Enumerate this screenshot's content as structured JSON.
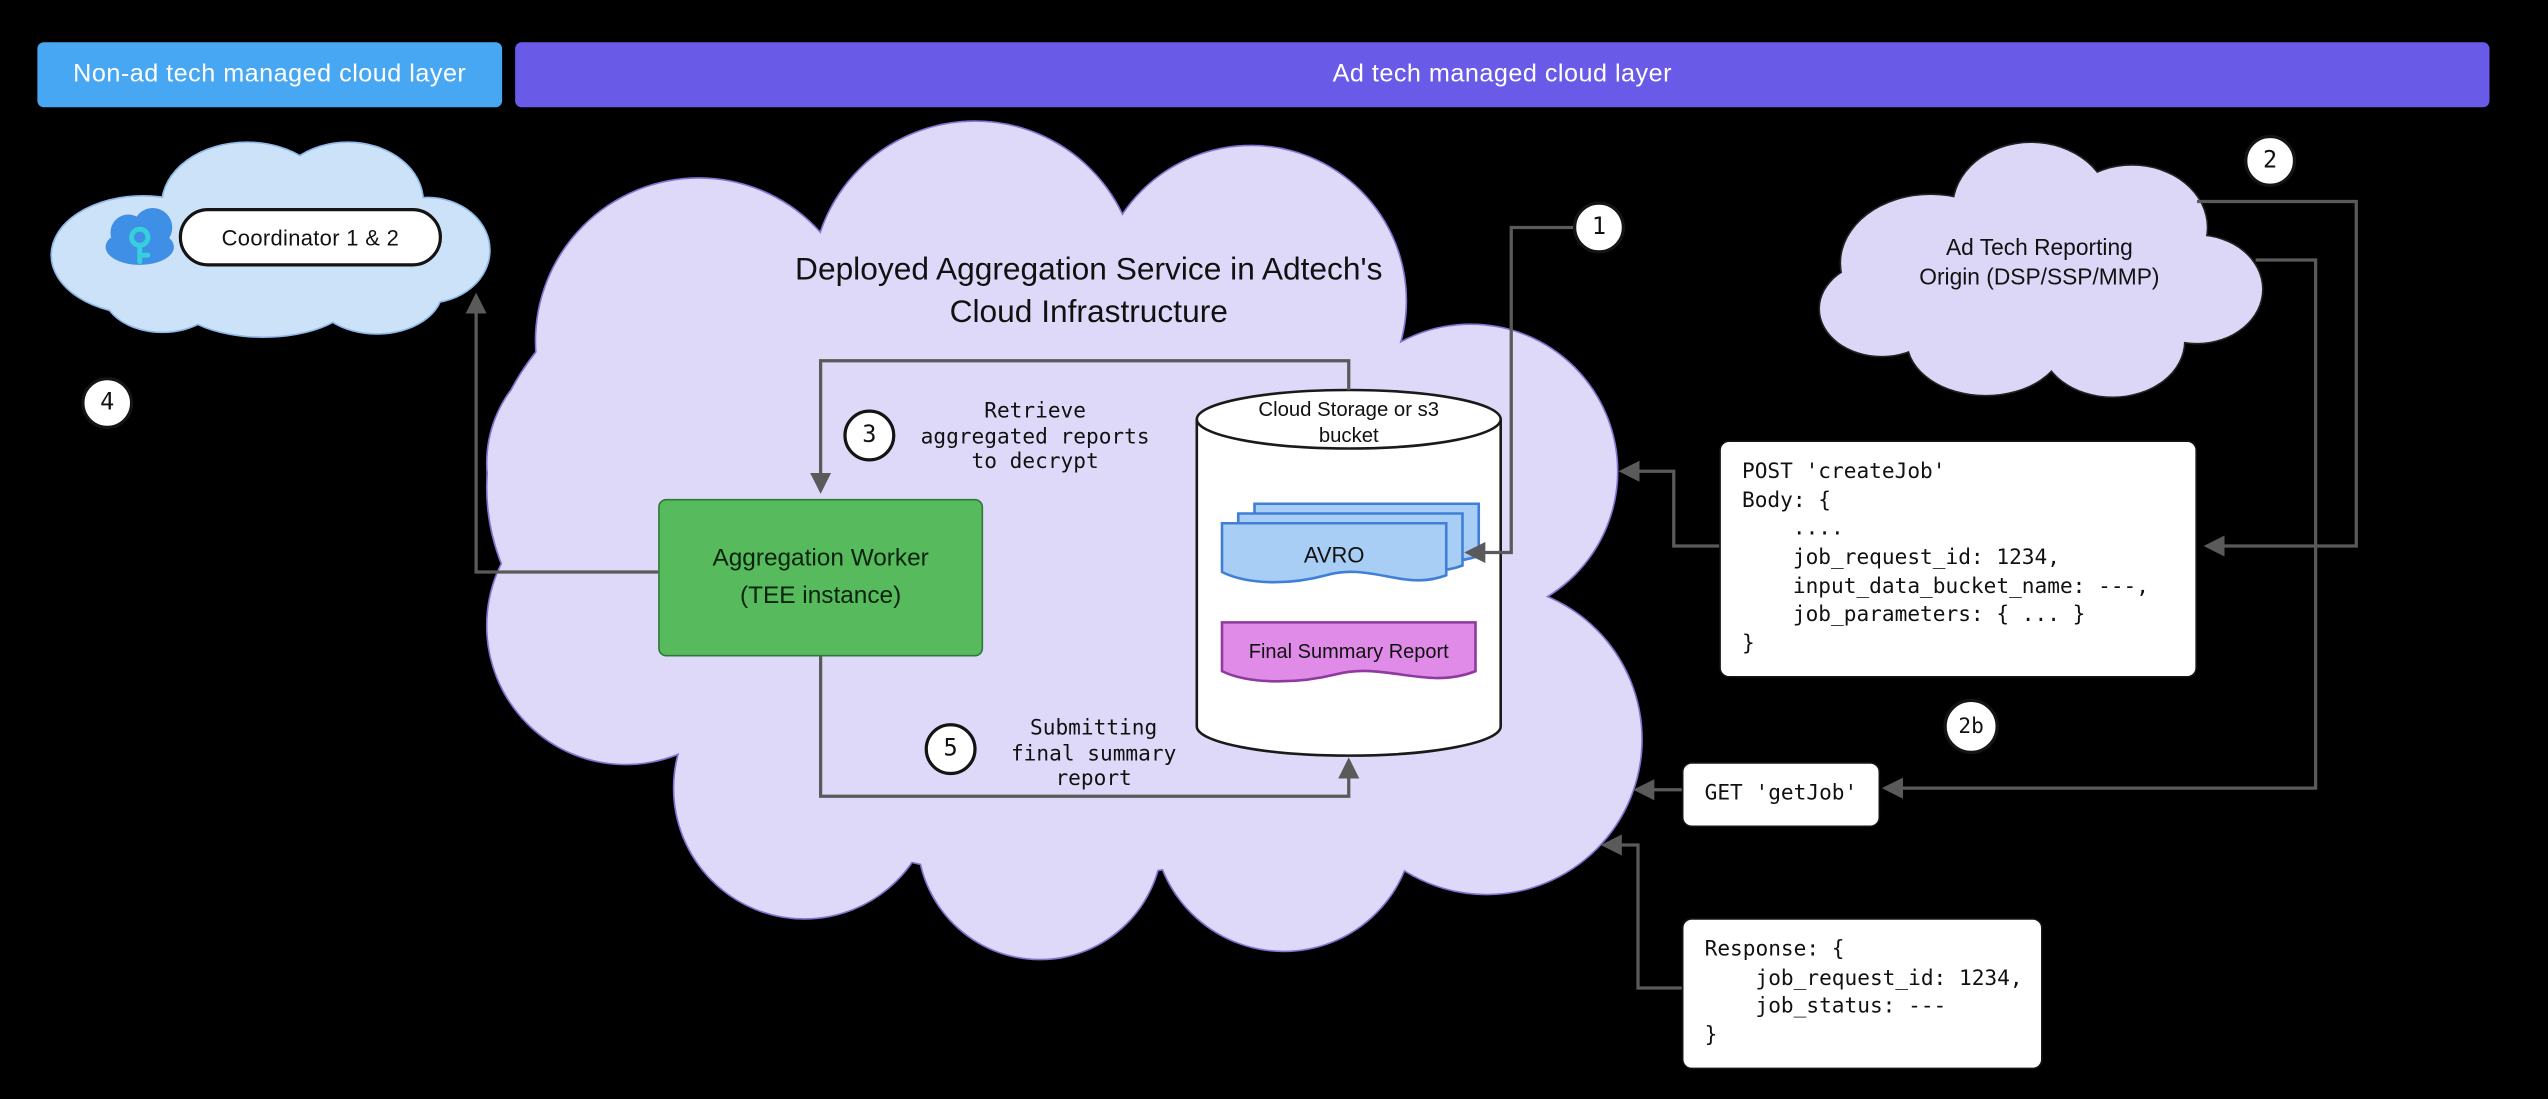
{
  "banners": {
    "non_ad_tech_label": "Non-ad tech managed cloud layer",
    "ad_tech_label": "Ad tech managed cloud layer"
  },
  "coordinator": {
    "label": "Coordinator 1 & 2"
  },
  "service_cloud": {
    "title": "Deployed Aggregation Service in Adtech's\nCloud Infrastructure",
    "worker_label": "Aggregation Worker\n(TEE instance)",
    "bucket_label": "Cloud Storage or s3\nbucket",
    "avro_label": "AVRO",
    "final_report_label": "Final Summary Report",
    "step3_text": "Retrieve\naggregated reports\nto decrypt",
    "step5_text": "Submitting\nfinal summary\nreport"
  },
  "reporting_origin": {
    "label": "Ad Tech Reporting\nOrigin (DSP/SSP/MMP)"
  },
  "badges": {
    "step1": "1",
    "step2": "2",
    "step2b": "2b",
    "step3": "3",
    "step4": "4",
    "step5": "5"
  },
  "api": {
    "create_job": "POST 'createJob'\nBody: {\n    ....\n    job_request_id: 1234,\n    input_data_bucket_name: ---,\n    job_parameters: { ... }\n}",
    "get_job": "GET 'getJob'",
    "response": "Response: {\n    job_request_id: 1234,\n    job_status: ---\n}"
  },
  "colors": {
    "background": "#000000",
    "banner_blue": "#47A7F2",
    "banner_purple": "#6A5AE8",
    "coordinator_cloud_fill": "#CBE2F9",
    "service_cloud_fill": "#DED9F8",
    "origin_cloud_fill": "#DDD7F7",
    "worker_green": "#57BA5D",
    "avro_blue": "#A9CEF5",
    "report_purple": "#E08BE8",
    "connector_gray": "#5A5A5A"
  }
}
